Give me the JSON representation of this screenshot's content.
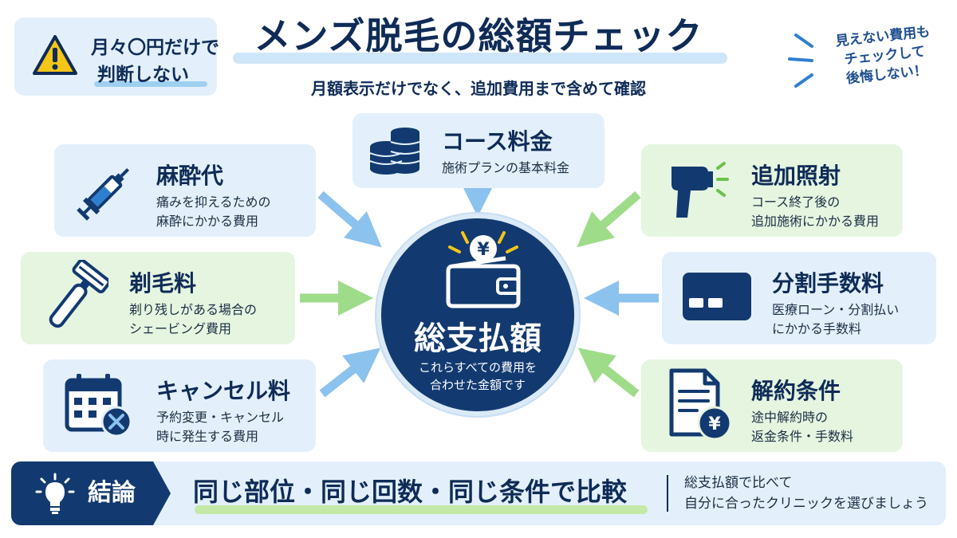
{
  "warning": {
    "line1": "月々〇円だけで",
    "line2": "判断しない"
  },
  "title": "メンズ脱毛の総額チェック",
  "subtitle": "月額表示だけでなく、追加費用まで含めて確認",
  "note": {
    "line1": "見えない費用も",
    "line2": "チェックして",
    "line3": "後悔しない！"
  },
  "center": {
    "label": "総支払額",
    "desc1": "これらすべての費用を",
    "desc2": "合わせた金額です",
    "symbol": "¥"
  },
  "cards": {
    "course": {
      "title": "コース料金",
      "desc1": "施術プランの基本料金",
      "desc2": "",
      "icon": "coins-icon"
    },
    "anesthesia": {
      "title": "麻酔代",
      "desc1": "痛みを抑えるための",
      "desc2": "麻酔にかかる費用",
      "icon": "syringe-icon"
    },
    "shaving": {
      "title": "剃毛料",
      "desc1": "剃り残しがある場合の",
      "desc2": "シェービング費用",
      "icon": "razor-icon"
    },
    "cancel": {
      "title": "キャンセル料",
      "desc1": "予約変更・キャンセル",
      "desc2": "時に発生する費用",
      "icon": "calendar-cancel-icon"
    },
    "extra": {
      "title": "追加照射",
      "desc1": "コース終了後の",
      "desc2": "追加施術にかかる費用",
      "icon": "laser-device-icon"
    },
    "installment": {
      "title": "分割手数料",
      "desc1": "医療ローン・分割払い",
      "desc2": "にかかる手数料",
      "icon": "credit-card-icon"
    },
    "contract": {
      "title": "解約条件",
      "desc1": "途中解約時の",
      "desc2": "返金条件・手数料",
      "icon": "document-yen-icon"
    }
  },
  "conclusion": {
    "label": "結論",
    "message": "同じ部位・同じ回数・同じ条件で比較",
    "side1": "総支払額で比べて",
    "side2": "自分に合ったクリニックを選びましょう"
  },
  "colors": {
    "navy": "#0f2b57",
    "blue_card": "#e3f0fb",
    "green_card": "#e5f5e0",
    "arrow_blue": "#8cc2ee",
    "arrow_green": "#9fdc8a"
  }
}
